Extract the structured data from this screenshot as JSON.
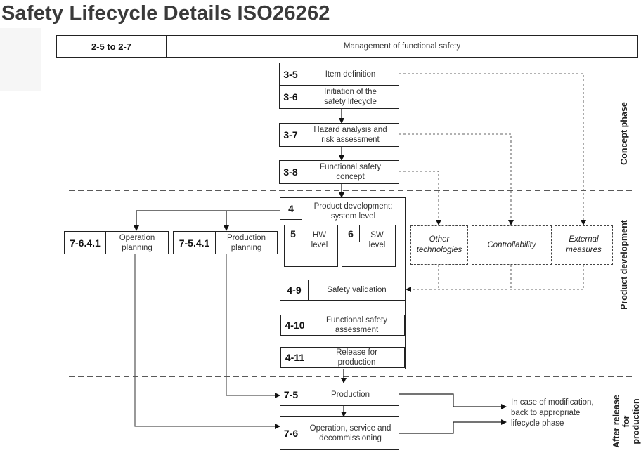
{
  "title": "Safety Lifecycle Details ISO26262",
  "management": {
    "id": "2-5 to 2-7",
    "label": "Management of functional safety"
  },
  "concept": [
    {
      "id": "3-5",
      "label": "Item definition"
    },
    {
      "id": "3-6",
      "label": "Initiation of the safety lifecycle"
    },
    {
      "id": "3-7",
      "label": "Hazard analysis and risk assessment"
    },
    {
      "id": "3-8",
      "label": "Functional safety concept"
    }
  ],
  "product": {
    "system": {
      "id": "4",
      "label": "Product development: system level"
    },
    "hw": {
      "id": "5",
      "label": "HW level"
    },
    "sw": {
      "id": "6",
      "label": "SW level"
    },
    "validation": {
      "id": "4-9",
      "label": "Safety validation"
    },
    "assessment": {
      "id": "4-10",
      "label": "Functional safety assessment"
    },
    "release": {
      "id": "4-11",
      "label": "Release for production"
    }
  },
  "planning": [
    {
      "id": "7-6.4.1",
      "label": "Operation planning"
    },
    {
      "id": "7-5.4.1",
      "label": "Production planning"
    }
  ],
  "external": [
    {
      "label": "Other technologies"
    },
    {
      "label": "Controllability"
    },
    {
      "label": "External measures"
    }
  ],
  "after": [
    {
      "id": "7-5",
      "label": "Production"
    },
    {
      "id": "7-6",
      "label": "Operation, service and decommissioning"
    }
  ],
  "modification_note": "In case of modification, back to appropriate lifecycle phase",
  "phases": {
    "concept": "Concept phase",
    "product": "Product development",
    "after": "After release for production"
  }
}
